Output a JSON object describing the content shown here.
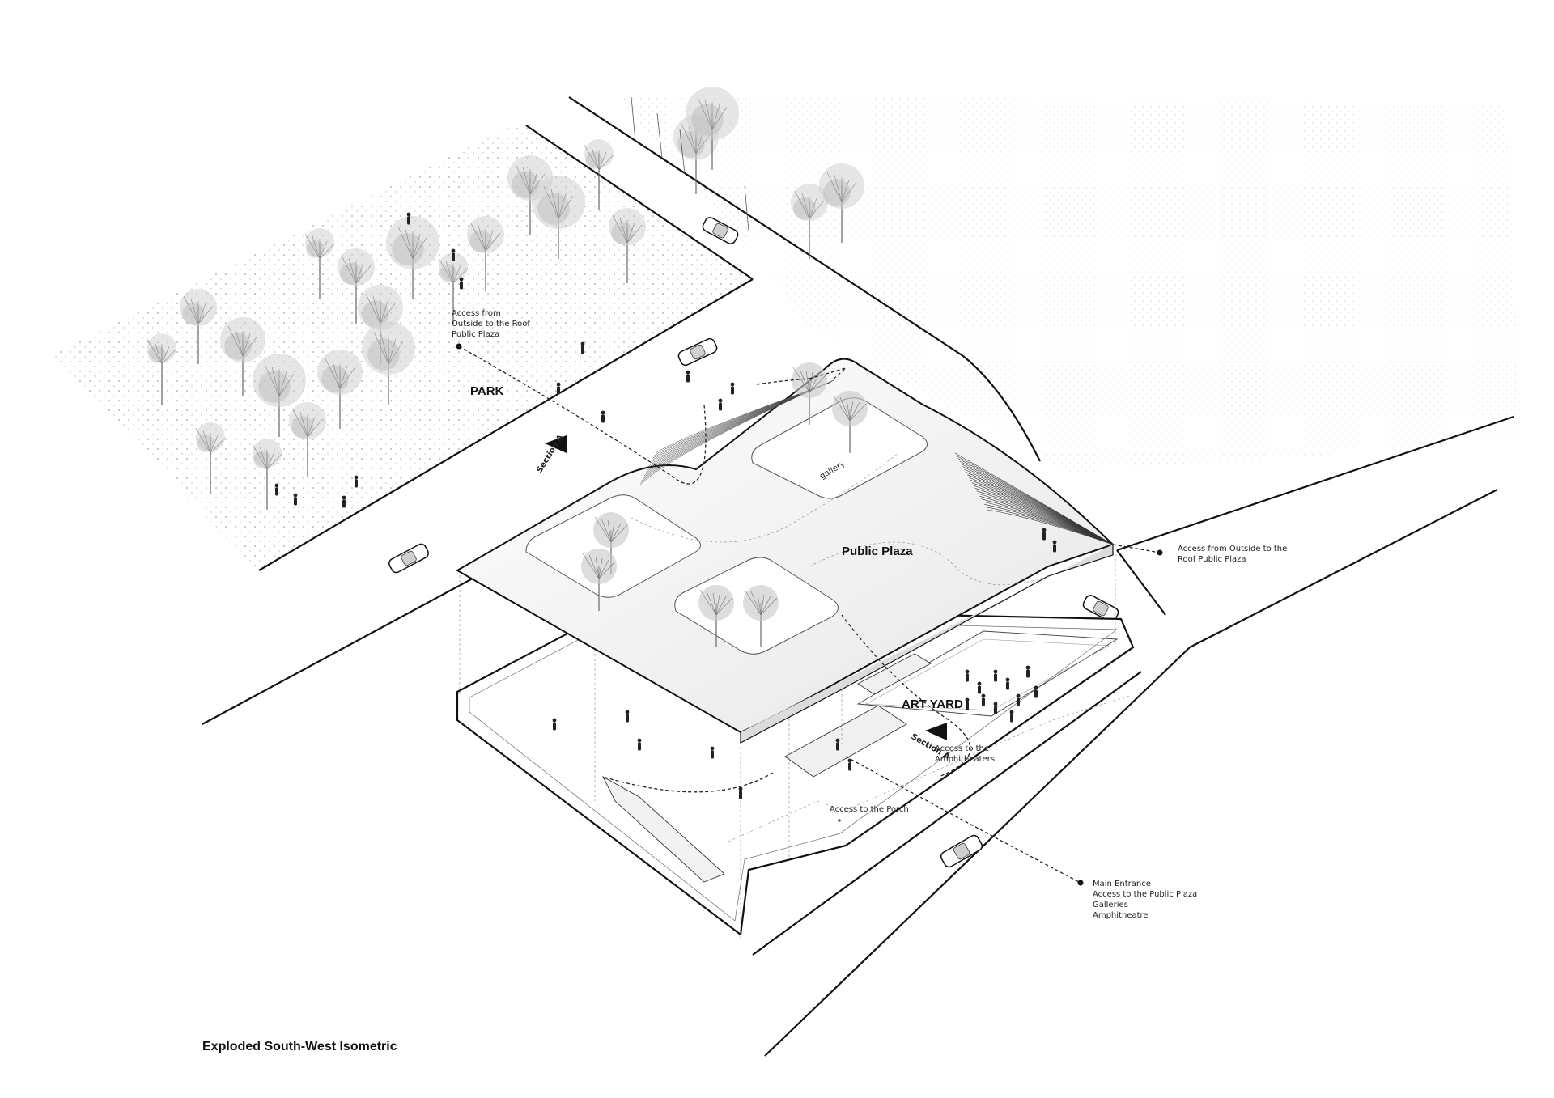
{
  "labels": {
    "park": "PARK",
    "public_plaza": "Public Plaza",
    "art_yard": "ART YARD",
    "section_a_top": "Section A",
    "section_a_bottom": "Section A",
    "gallery": "gallery"
  },
  "annotations": {
    "roof_access_left": [
      "Access from",
      "Outside to the Roof",
      "Public Plaza"
    ],
    "roof_access_right": [
      "Access from Outside to the",
      "Roof Public Plaza"
    ],
    "amphitheaters": [
      "Access to the",
      "Amphitheaters"
    ],
    "porch": "Access to the Porch",
    "main_entrance": [
      "Main Entrance",
      "Access to the Public Plaza",
      "Galleries",
      "Amphitheatre"
    ]
  },
  "caption": "Exploded South-West Isometric",
  "colors": {
    "ink": "#111111",
    "dot_field": "#9a9a9a",
    "tree_canopy": "#bdbdbd",
    "roof_shade": "#eeeeee"
  }
}
